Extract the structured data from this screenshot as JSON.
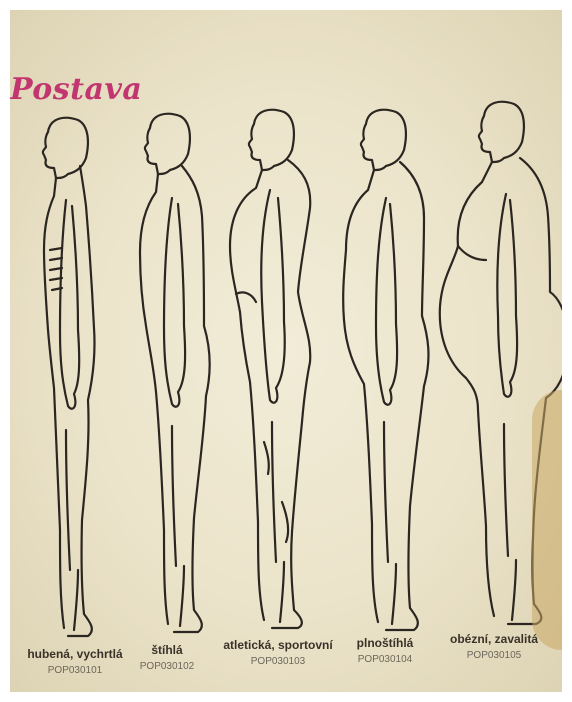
{
  "title": "Postava",
  "colors": {
    "title": "#c2366f",
    "line": "#2b2621",
    "paper": "#ede6cf"
  },
  "figures": [
    {
      "label": "hubená, vychrtlá",
      "code": "POP030101"
    },
    {
      "label": "štíhlá",
      "code": "POP030102"
    },
    {
      "label": "atletická, sportovní",
      "code": "POP030103"
    },
    {
      "label": "plnoštíhlá",
      "code": "POP030104"
    },
    {
      "label": "obézní, zavalitá",
      "code": "POP030105"
    }
  ]
}
